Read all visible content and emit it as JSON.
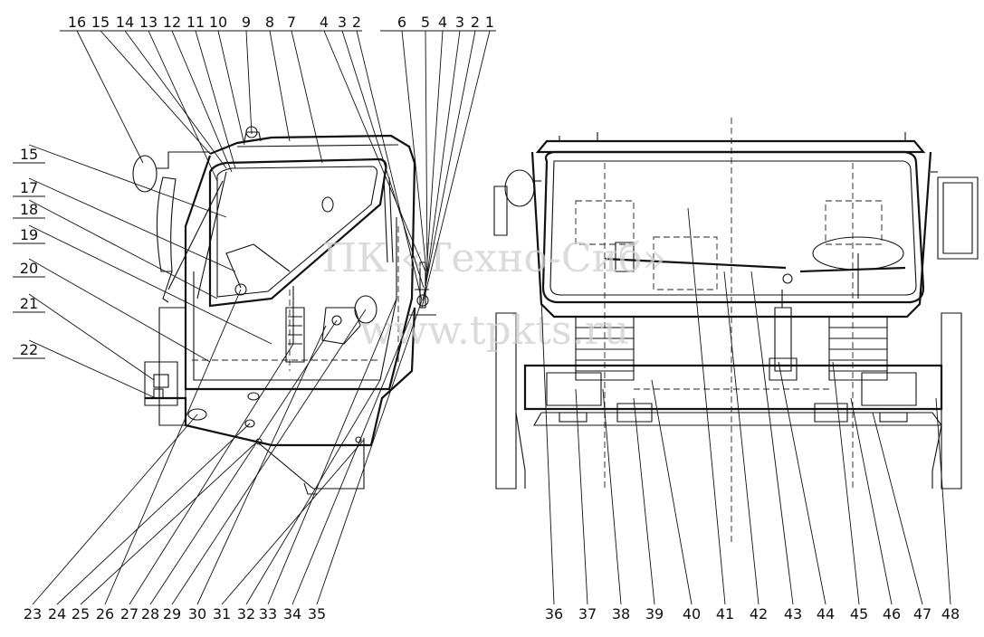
{
  "watermark": {
    "line1": "ПК «Техно-Сиб»",
    "line2": "www.tpkts.ru"
  },
  "callouts": {
    "top_left": [
      "16",
      "15",
      "14",
      "13",
      "12",
      "11",
      "10",
      "9",
      "8",
      "7",
      "4",
      "3",
      "2",
      "6",
      "5",
      "4",
      "3",
      "2",
      "1"
    ],
    "left_side": [
      "15",
      "17",
      "18",
      "19",
      "20",
      "21",
      "22"
    ],
    "bottom_left": [
      "23",
      "24",
      "25",
      "26",
      "27",
      "28",
      "29",
      "30",
      "31",
      "32",
      "33",
      "34",
      "35"
    ],
    "bottom_right": [
      "36",
      "37",
      "38",
      "39",
      "40",
      "41",
      "42",
      "43",
      "44",
      "45",
      "46",
      "47",
      "48"
    ]
  }
}
